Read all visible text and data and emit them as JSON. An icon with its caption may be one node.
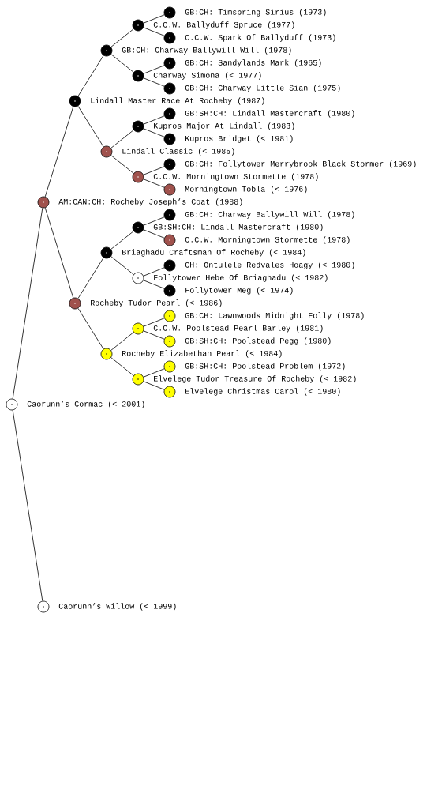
{
  "diagram": {
    "nodes": [
      {
        "text": [
          "GB:CH: Timspring Sirius (1973)"
        ]
      },
      {
        "text": [
          "C.C.W. Ballyduff Spruce (1977)"
        ]
      },
      {
        "text": [
          "C.C.W. Spark Of Ballyduff (1973)"
        ]
      },
      {
        "text": [
          "GB:CH: Charway Ballywill Will (1978)"
        ]
      },
      {
        "text": [
          "GB:CH: Sandylands Mark (1965)"
        ]
      },
      {
        "text": [
          "Charway Simona (< 1977)"
        ]
      },
      {
        "text": [
          "GB:CH: Charway Little Sian (1975)"
        ]
      },
      {
        "text": [
          "Lindall Master Race At Rocheby (1987)"
        ]
      },
      {
        "text": [
          "GB:SH:CH: Lindall Mastercraft (1980)"
        ]
      },
      {
        "text": [
          "Kupros Major At Lindall (1983)"
        ]
      },
      {
        "text": [
          "Kupros Bridget (< 1981)"
        ]
      },
      {
        "text": [
          "Lindall Classic (< 1985)"
        ]
      },
      {
        "text": [
          "GB:CH: Follytower Merrybrook Black Stormer (1969)"
        ]
      },
      {
        "text": [
          "C.C.W. Morningtown Stormette (1978)"
        ]
      },
      {
        "text": [
          "Morningtown Tobla (< 1976)"
        ]
      },
      {
        "text": [
          "AM:CAN:CH: Rocheby Joseph’s Coat (1988)"
        ]
      },
      {
        "text": [
          "GB:CH: Charway Ballywill Will (1978)"
        ]
      },
      {
        "text": [
          "GB:SH:CH: Lindall Mastercraft (1980)"
        ]
      },
      {
        "text": [
          "C.C.W. Morningtown Stormette (1978)"
        ]
      },
      {
        "text": [
          "Briaghadu Craftsman Of Rocheby (< 1984)"
        ]
      },
      {
        "text": [
          "CH: Ontulele Redvales Hoagy (< 1980)"
        ]
      },
      {
        "text": [
          "Follytower Hebe Of Briaghadu (< 1982)"
        ]
      },
      {
        "text": [
          "Follytower Meg (< 1974)"
        ]
      },
      {
        "text": [
          "Rocheby Tudor Pearl (< 1986)"
        ]
      },
      {
        "text": [
          "GB:CH: Lawnwoods Midnight Folly (1978)"
        ]
      },
      {
        "text": [
          "C.C.W. Poolstead Pearl Barley (1981)"
        ]
      },
      {
        "text": [
          "GB:SH:CH: Poolstead Pegg (1980)"
        ]
      },
      {
        "text": [
          "Rocheby Elizabethan Pearl (< 1984)"
        ]
      },
      {
        "text": [
          "GB:SH:CH: Poolstead Problem (1972)"
        ]
      },
      {
        "text": [
          "Elvelege Tudor Treasure Of Rocheby (< 1982)"
        ]
      },
      {
        "text": [
          "Elvelege Christmas Carol (< 1980)"
        ]
      },
      {
        "text": [
          "Caorunn’s Cormac (< 2001)"
        ]
      },
      {
        "text": [
          "Caorunn’s Willow (< 1999)"
        ]
      }
    ],
    "edges": [
      {
        "from": 31,
        "to": 15,
        "arrow": "none"
      },
      {
        "from": 31,
        "to": 32,
        "arrow": "none"
      },
      {
        "from": 15,
        "to": 7,
        "arrow": "none"
      },
      {
        "from": 15,
        "to": 23,
        "arrow": "none"
      },
      {
        "from": 7,
        "to": 3,
        "arrow": "none"
      },
      {
        "from": 7,
        "to": 11,
        "arrow": "none"
      },
      {
        "from": 3,
        "to": 1,
        "arrow": "none"
      },
      {
        "from": 3,
        "to": 5,
        "arrow": "none"
      },
      {
        "from": 1,
        "to": 0,
        "arrow": "none"
      },
      {
        "from": 1,
        "to": 2,
        "arrow": "none"
      },
      {
        "from": 5,
        "to": 4,
        "arrow": "none"
      },
      {
        "from": 5,
        "to": 6,
        "arrow": "none"
      },
      {
        "from": 11,
        "to": 9,
        "arrow": "none"
      },
      {
        "from": 11,
        "to": 13,
        "arrow": "none"
      },
      {
        "from": 9,
        "to": 8,
        "arrow": "none"
      },
      {
        "from": 9,
        "to": 10,
        "arrow": "none"
      },
      {
        "from": 13,
        "to": 12,
        "arrow": "none"
      },
      {
        "from": 13,
        "to": 14,
        "arrow": "none"
      },
      {
        "from": 23,
        "to": 19,
        "arrow": "none"
      },
      {
        "from": 23,
        "to": 27,
        "arrow": "none"
      },
      {
        "from": 19,
        "to": 17,
        "arrow": "none"
      },
      {
        "from": 19,
        "to": 21,
        "arrow": "none"
      },
      {
        "from": 17,
        "to": 16,
        "arrow": "none"
      },
      {
        "from": 17,
        "to": 18,
        "arrow": "none"
      },
      {
        "from": 21,
        "to": 20,
        "arrow": "none"
      },
      {
        "from": 21,
        "to": 22,
        "arrow": "none"
      },
      {
        "from": 27,
        "to": 25,
        "arrow": "none"
      },
      {
        "from": 27,
        "to": 29,
        "arrow": "none"
      },
      {
        "from": 25,
        "to": 24,
        "arrow": "none"
      },
      {
        "from": 25,
        "to": 26,
        "arrow": "none"
      },
      {
        "from": 29,
        "to": 28,
        "arrow": "none"
      },
      {
        "from": 29,
        "to": 30,
        "arrow": "none"
      }
    ]
  }
}
